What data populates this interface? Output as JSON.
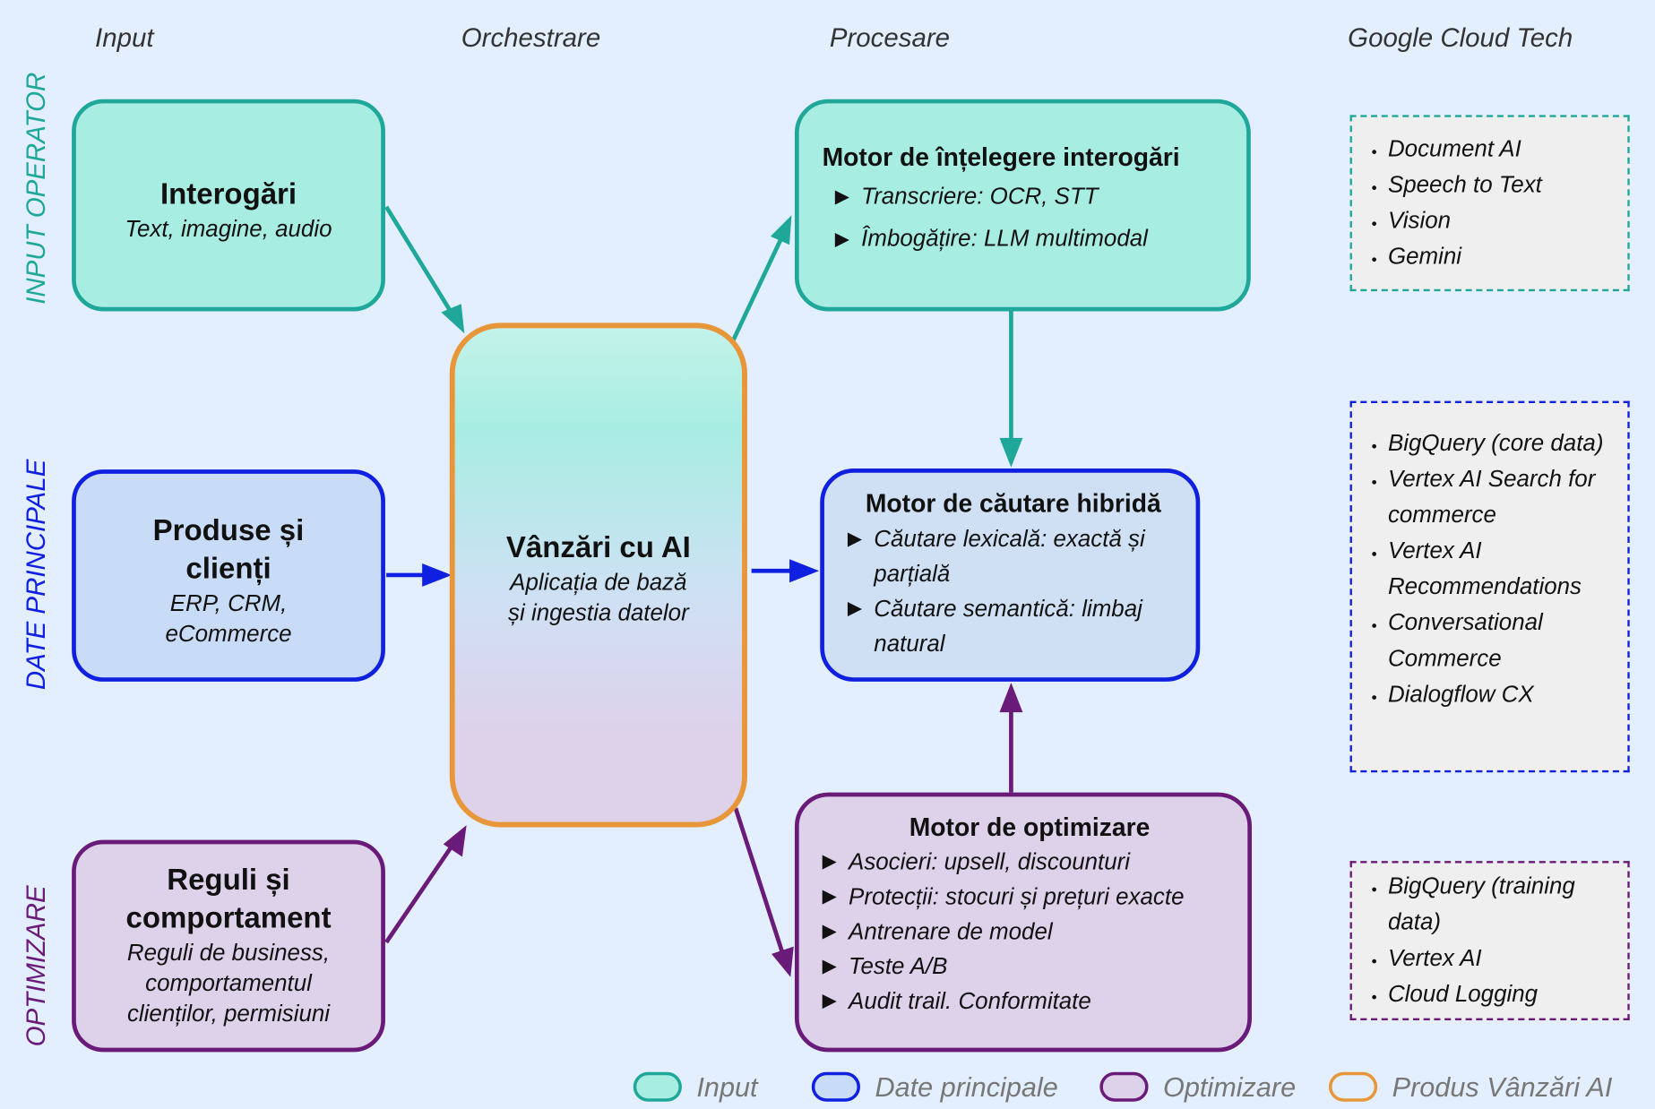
{
  "columns": {
    "input": "Input",
    "orchestration": "Orchestrare",
    "processing": "Procesare",
    "tech": "Google Cloud Tech"
  },
  "rows": {
    "operator": "INPUT OPERATOR",
    "data": "DATE PRINCIPALE",
    "optimize": "OPTIMIZARE"
  },
  "inputs": {
    "queries": {
      "title": "Interogări",
      "sub": "Text, imagine, audio"
    },
    "products": {
      "title1": "Produse și",
      "title2": "clienți",
      "sub1": "ERP, CRM,",
      "sub2": "eCommerce"
    },
    "rules": {
      "title1": "Reguli și",
      "title2": "comportament",
      "sub1": "Reguli de business,",
      "sub2": "comportamentul",
      "sub3": "clienților, permisiuni"
    }
  },
  "core": {
    "title": "Vânzări cu AI",
    "sub1": "Aplicația de bază",
    "sub2": "și ingestia datelor"
  },
  "engines": {
    "understanding": {
      "title": "Motor de înțelegere interogări",
      "items": [
        "Transcriere: OCR, STT",
        "Îmbogățire: LLM multimodal"
      ]
    },
    "search": {
      "title": "Motor de căutare hibridă",
      "items": [
        "Căutare lexicală: exactă și parțială",
        "Căutare semantică: limbaj natural"
      ]
    },
    "optimization": {
      "title": "Motor de optimizare",
      "items": [
        "Asocieri: upsell, discounturi",
        "Protecții: stocuri și prețuri exacte",
        "Antrenare de model",
        "Teste A/B",
        "Audit trail. Conformitate"
      ]
    }
  },
  "tech": {
    "operator": [
      "Document AI",
      "Speech to Text",
      "Vision",
      "Gemini"
    ],
    "data": [
      "BigQuery (core data)",
      "Vertex AI Search for commerce",
      "Vertex AI Recommendations",
      "Conversational Commerce",
      "Dialogflow CX"
    ],
    "optimize": [
      "BigQuery (training data)",
      "Vertex AI",
      "Cloud Logging"
    ]
  },
  "legend": [
    "Input",
    "Date principale",
    "Optimizare",
    "Produs Vânzări AI"
  ],
  "colors": {
    "teal": "#1fa89a",
    "blue": "#1020e0",
    "purple": "#6a1b7a",
    "orange": "#e8963a",
    "tealFill": "#a8ede2",
    "blueFill": "#c9dcf7",
    "purpleFill": "#ddd2ea"
  }
}
